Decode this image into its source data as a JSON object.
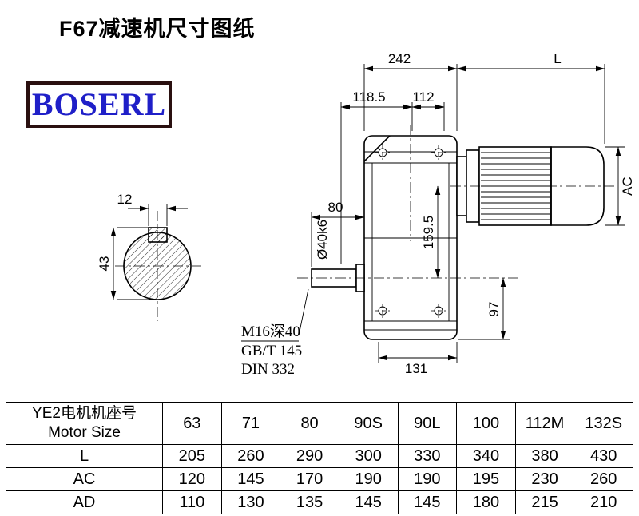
{
  "page": {
    "title": "F67减速机尺寸图纸"
  },
  "logo": {
    "text": "BOSERL",
    "text_color": "#1f1fc8",
    "border_color": "#2a1010"
  },
  "drawing": {
    "dim_242": "242",
    "dim_L": "L",
    "dim_118_5": "118.5",
    "dim_112": "112",
    "dim_AC": "AC",
    "dim_12": "12",
    "dim_43": "43",
    "dim_80": "80",
    "shaft_dia_label": "Ø40k6",
    "dim_159_5": "159.5",
    "dim_97": "97",
    "dim_131": "131",
    "notes": {
      "thread": "M16深40",
      "standard1": "GB/T 145",
      "standard2": "DIN 332"
    }
  },
  "table": {
    "header": {
      "label_cn": "YE2电机机座号",
      "label_en": "Motor Size",
      "sizes": [
        "63",
        "71",
        "80",
        "90S",
        "90L",
        "100",
        "112M",
        "132S"
      ]
    },
    "rows": [
      {
        "label": "L",
        "values": [
          "205",
          "260",
          "290",
          "300",
          "330",
          "340",
          "380",
          "430"
        ]
      },
      {
        "label": "AC",
        "values": [
          "120",
          "145",
          "170",
          "190",
          "190",
          "195",
          "230",
          "260"
        ]
      },
      {
        "label": "AD",
        "values": [
          "110",
          "130",
          "135",
          "145",
          "145",
          "180",
          "215",
          "210"
        ]
      }
    ]
  }
}
